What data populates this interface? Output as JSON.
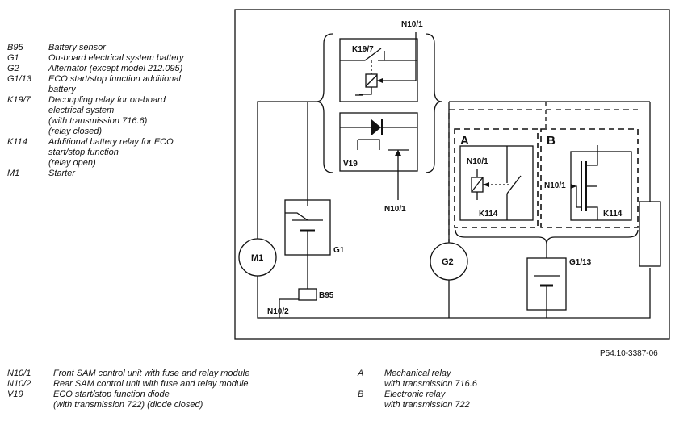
{
  "legend_top": [
    {
      "code": "B95",
      "lines": [
        "Battery sensor"
      ]
    },
    {
      "code": "G1",
      "lines": [
        "On-board electrical system battery"
      ]
    },
    {
      "code": "G2",
      "lines": [
        "Alternator (except model 212.095)"
      ]
    },
    {
      "code": "G1/13",
      "lines": [
        "ECO start/stop function additional",
        "battery"
      ]
    },
    {
      "code": "K19/7",
      "lines": [
        "Decoupling relay for on-board",
        "electrical system",
        "(with transmission 716.6)",
        "(relay closed)"
      ]
    },
    {
      "code": "K114",
      "lines": [
        "Additional battery relay for ECO",
        "start/stop function",
        "(relay open)"
      ]
    },
    {
      "code": "M1",
      "lines": [
        "Starter"
      ]
    }
  ],
  "legend_bottom_left": [
    {
      "code": "N10/1",
      "lines": [
        "Front SAM control unit with fuse and relay module"
      ]
    },
    {
      "code": "N10/2",
      "lines": [
        "Rear SAM control unit with fuse and relay module"
      ]
    },
    {
      "code": "V19",
      "lines": [
        "ECO start/stop function diode",
        "(with transmission 722) (diode closed)"
      ]
    }
  ],
  "legend_bottom_right": [
    {
      "code": "A",
      "lines": [
        "Mechanical relay",
        "with transmission 716.6"
      ]
    },
    {
      "code": "B",
      "lines": [
        "Electronic relay",
        "with transmission 722"
      ]
    }
  ],
  "reference": "P54.10-3387-06",
  "diagram_labels": {
    "n10_1_top": "N10/1",
    "k19_7": "K19/7",
    "v19": "V19",
    "n10_1_bottom": "N10/1",
    "g1": "G1",
    "m1": "M1",
    "b95": "B95",
    "n10_2": "N10/2",
    "g2": "G2",
    "g1_13": "G1/13",
    "a": "A",
    "b": "B",
    "a_n10_1": "N10/1",
    "a_k114": "K114",
    "b_n10_1": "N10/1",
    "b_k114": "K114"
  }
}
